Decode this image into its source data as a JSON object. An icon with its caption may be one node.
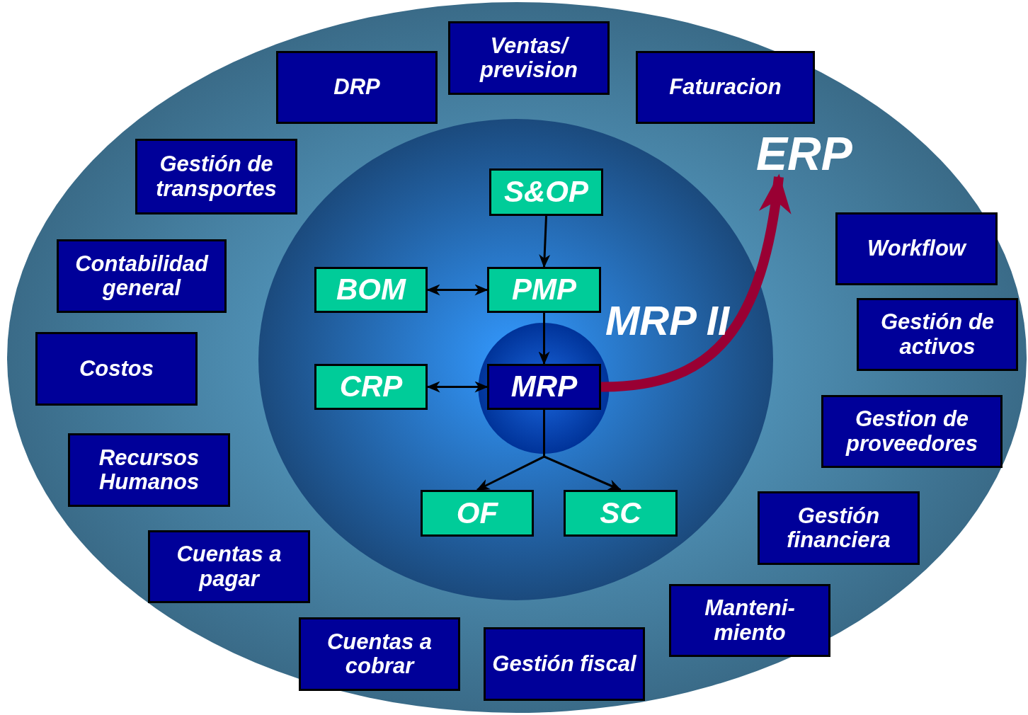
{
  "diagram": {
    "nodes": [
      {
        "text": [],
        "shape": "ellipse"
      },
      {
        "text": [
          "MRP II"
        ],
        "in": 0
      },
      {
        "text": [],
        "shape": "circle",
        "in": 1
      },
      {
        "text": [
          "S&OP"
        ],
        "in": 1
      },
      {
        "text": [
          "BOM"
        ],
        "in": 1
      },
      {
        "text": [
          "PMP"
        ],
        "in": 1
      },
      {
        "text": [
          "CRP"
        ],
        "in": 1
      },
      {
        "text": [
          "MRP"
        ],
        "in": 2
      },
      {
        "text": [
          "OF"
        ],
        "in": 1
      },
      {
        "text": [
          "SC"
        ],
        "in": 1
      },
      {
        "text": [
          "DRP"
        ],
        "in": 0
      },
      {
        "text": [
          "Ventas/ prevision"
        ],
        "in": 0
      },
      {
        "text": [
          "Faturacion"
        ],
        "in": 0
      },
      {
        "text": [
          "Gestión de transportes"
        ],
        "in": 0
      },
      {
        "text": [
          "Contabilidad general"
        ],
        "in": 0
      },
      {
        "text": [
          "Workflow"
        ],
        "in": 0
      },
      {
        "text": [
          "Costos"
        ],
        "in": 0
      },
      {
        "text": [
          "Gestión de activos"
        ],
        "in": 0
      },
      {
        "text": [
          "Gestion de proveedores"
        ],
        "in": 0
      },
      {
        "text": [
          "Recursos Humanos"
        ],
        "in": 0
      },
      {
        "text": [
          "Gestión financiera"
        ],
        "in": 0
      },
      {
        "text": [
          "Cuentas a pagar"
        ],
        "in": 0
      },
      {
        "text": [
          "Manteni-miento"
        ],
        "in": 0
      },
      {
        "text": [
          "Cuentas a cobrar"
        ],
        "in": 0
      },
      {
        "text": [
          "Gestión fiscal"
        ],
        "in": 0
      },
      {
        "text": [
          "ERP"
        ],
        "in": 0
      }
    ],
    "edges": [
      {
        "from": 3,
        "to": 5,
        "arrow": "to"
      },
      {
        "from": 4,
        "to": 5,
        "arrow": "both"
      },
      {
        "from": 5,
        "to": 7,
        "arrow": "to"
      },
      {
        "from": 6,
        "to": 7,
        "arrow": "both"
      },
      {
        "from": 7,
        "to": 8,
        "arrow": "to"
      },
      {
        "from": 7,
        "to": 9,
        "arrow": "to"
      },
      {
        "from": 7,
        "to": 25,
        "arrow": "to",
        "style": "thick",
        "color": "#990033"
      }
    ]
  }
}
